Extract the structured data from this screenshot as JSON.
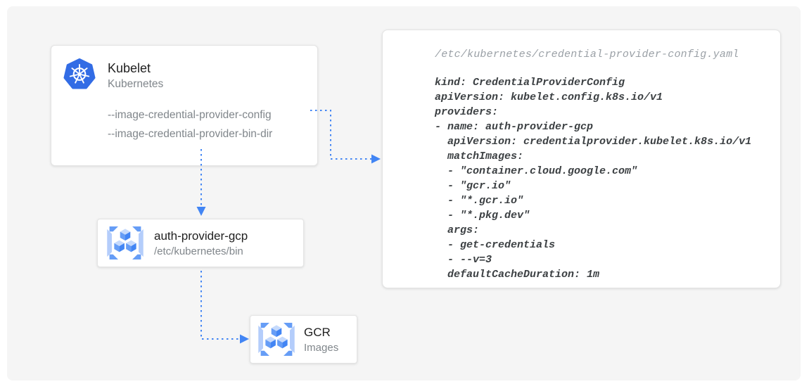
{
  "colors": {
    "arrow_blue": "#4285f4",
    "k8s_blue": "#326ce5",
    "canvas_bg": "#f5f5f5",
    "card_bg": "#ffffff",
    "title_text": "#212121",
    "muted_text": "#80868b",
    "code_text": "#3c4043",
    "code_header_text": "#9aa0a6"
  },
  "kubelet_card": {
    "title": "Kubelet",
    "subtitle": "Kubernetes",
    "icon": "kubernetes-helm-icon",
    "flags": [
      "--image-credential-provider-config",
      "--image-credential-provider-bin-dir"
    ]
  },
  "auth_provider_card": {
    "title": "auth-provider-gcp",
    "subtitle": "/etc/kubernetes/bin",
    "icon": "gcr-cubes-icon"
  },
  "gcr_card": {
    "title": "GCR",
    "subtitle": "Images",
    "icon": "gcr-cubes-icon"
  },
  "config_panel": {
    "path": "/etc/kubernetes/credential-provider-config.yaml",
    "lines": [
      "kind: CredentialProviderConfig",
      "apiVersion: kubelet.config.k8s.io/v1",
      "providers:",
      "- name: auth-provider-gcp",
      "  apiVersion: credentialprovider.kubelet.k8s.io/v1",
      "  matchImages:",
      "  - \"container.cloud.google.com\"",
      "  - \"gcr.io\"",
      "  - \"*.gcr.io\"",
      "  - \"*.pkg.dev\"",
      "  args:",
      "  - get-credentials",
      "  - --v=3",
      "  defaultCacheDuration: 1m"
    ]
  },
  "arrows": [
    "kubelet-config-flag-to-config-panel",
    "kubelet-to-auth-provider",
    "auth-provider-to-gcr"
  ]
}
